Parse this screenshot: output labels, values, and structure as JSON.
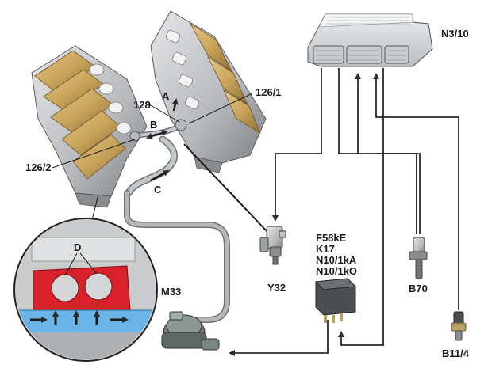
{
  "labels": {
    "ecu": "N3/10",
    "pipe_a": "A",
    "pipe_b": "B",
    "pipe_c": "C",
    "cylinder_head_right": "126/1",
    "cylinder_head_left": "126/2",
    "coolant_line": "128",
    "detail_d": "D",
    "valve": "Y32",
    "pump": "M33",
    "sensor_b70": "B70",
    "sensor_b11": "B11/4",
    "relay_group": [
      "F58kE",
      "K17",
      "N10/1kA",
      "N10/1kO"
    ]
  },
  "colors": {
    "wire": "#2a2a2a",
    "hose": "#9a9a9a",
    "coolant_hot": "#d8212a",
    "coolant_cold": "#6ab4e8",
    "metal_gold": "#c9a45a",
    "metal_grey": "#b6b8bb",
    "ecu_body": "#d9dcdf"
  }
}
